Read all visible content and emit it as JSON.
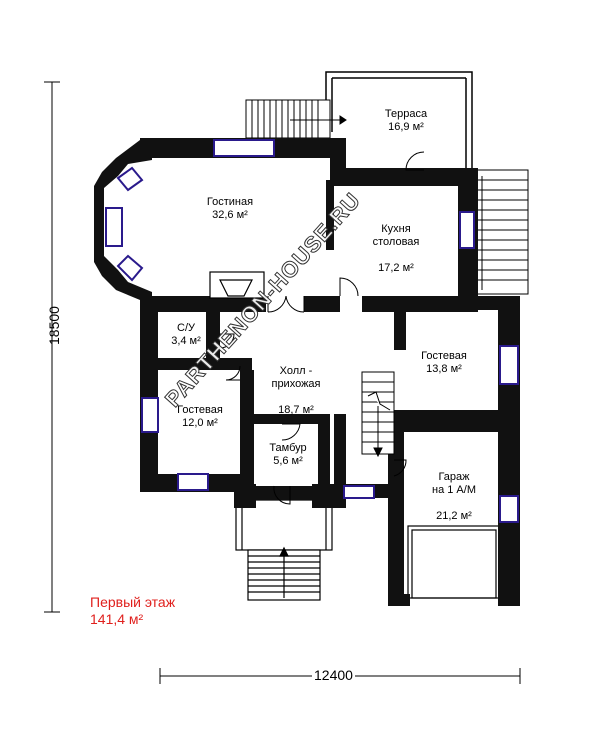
{
  "dimensions": {
    "height_label": "18500",
    "width_label": "12400"
  },
  "rooms": [
    {
      "id": "terrace",
      "name": "Терраса",
      "area": "16,9 м²"
    },
    {
      "id": "living",
      "name": "Гостиная",
      "area": "32,6 м²"
    },
    {
      "id": "kitchen",
      "name": "Кухня\nстоловая",
      "area": "17,2 м²"
    },
    {
      "id": "wc",
      "name": "С/У",
      "area": "3,4 м²"
    },
    {
      "id": "hall",
      "name": "Холл -\nприхожая",
      "area": "18,7 м²"
    },
    {
      "id": "guest-right",
      "name": "Гостевая",
      "area": "13,8 м²"
    },
    {
      "id": "guest-left",
      "name": "Гостевая",
      "area": "12,0 м²"
    },
    {
      "id": "vestibule",
      "name": "Тамбур",
      "area": "5,6 м²"
    },
    {
      "id": "garage",
      "name": "Гараж\nна 1 А/М",
      "area": "21,2 м²"
    }
  ],
  "floor": {
    "title": "Первый этаж",
    "area": "141,4 м²"
  },
  "watermark": "PARTHENON-HOUSE.RU",
  "colors": {
    "wall": "#111111",
    "window": "#2a1a8c",
    "floor_label": "#e0201d"
  }
}
